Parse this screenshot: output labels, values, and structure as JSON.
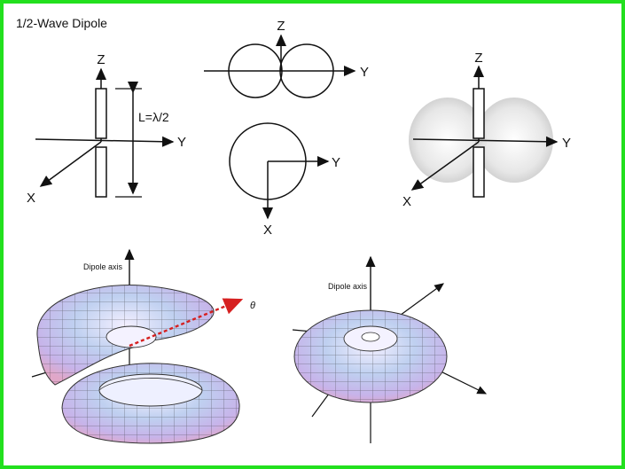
{
  "title": "1/2-Wave Dipole",
  "axes": {
    "z": "Z",
    "y": "Y",
    "x": "X"
  },
  "length_label": "L=λ/2",
  "dipole_axis_label": "Dipole axis",
  "theta_label": "θ",
  "colors": {
    "frame": "#22e01e",
    "arrow_red": "#d62020",
    "torus_fill": "#c9c4ee",
    "torus_edge": "#333333"
  }
}
